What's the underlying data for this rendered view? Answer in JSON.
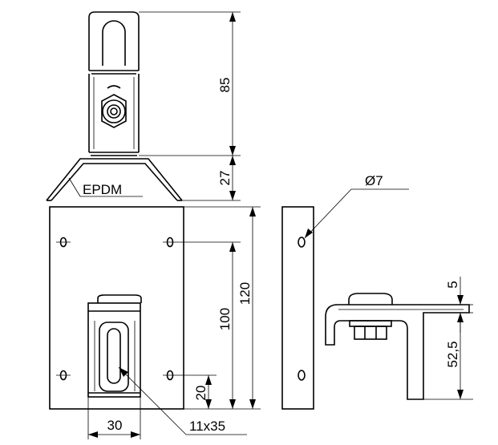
{
  "drawing": {
    "dimensions": {
      "d85": "85",
      "d27": "27",
      "d120": "120",
      "d100": "100",
      "d20": "20",
      "d30": "30",
      "d11x35": "11x35",
      "d7": "Ø7",
      "d5": "5",
      "d52": "52,5"
    },
    "labels": {
      "material": "EPDM"
    }
  }
}
